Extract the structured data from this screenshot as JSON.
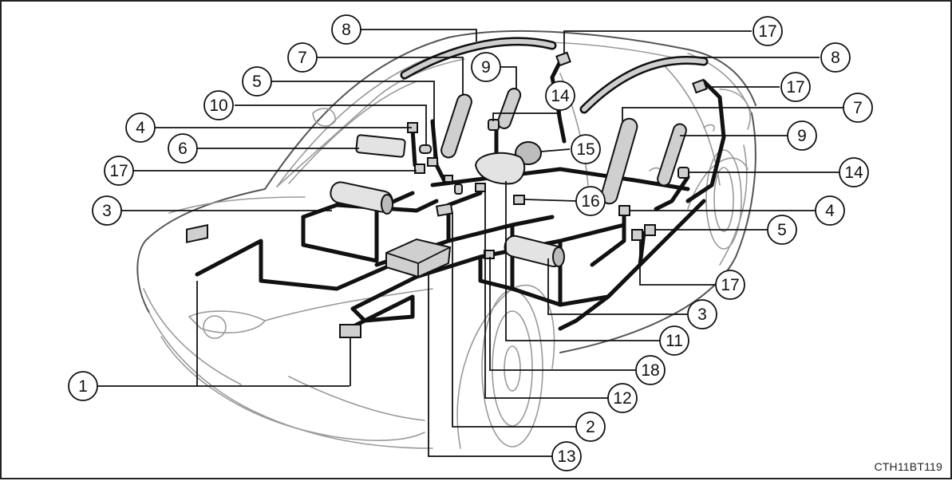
{
  "figure": {
    "code": "CTH11BT119"
  },
  "callouts": {
    "c1": "1",
    "c2": "2",
    "c3a": "3",
    "c3b": "3",
    "c4a": "4",
    "c4b": "4",
    "c5a": "5",
    "c5b": "5",
    "c6": "6",
    "c7a": "7",
    "c7b": "7",
    "c8a": "8",
    "c8b": "8",
    "c9a": "9",
    "c9b": "9",
    "c10": "10",
    "c11": "11",
    "c12": "12",
    "c13": "13",
    "c14a": "14",
    "c14b": "14",
    "c15": "15",
    "c16": "16",
    "c17a": "17",
    "c17b": "17",
    "c17c": "17",
    "c17d": "17",
    "c18": "18"
  },
  "colors": {
    "line": "#111111",
    "outline": "#9a9a9a",
    "part_fill": "#cfcfcf"
  }
}
